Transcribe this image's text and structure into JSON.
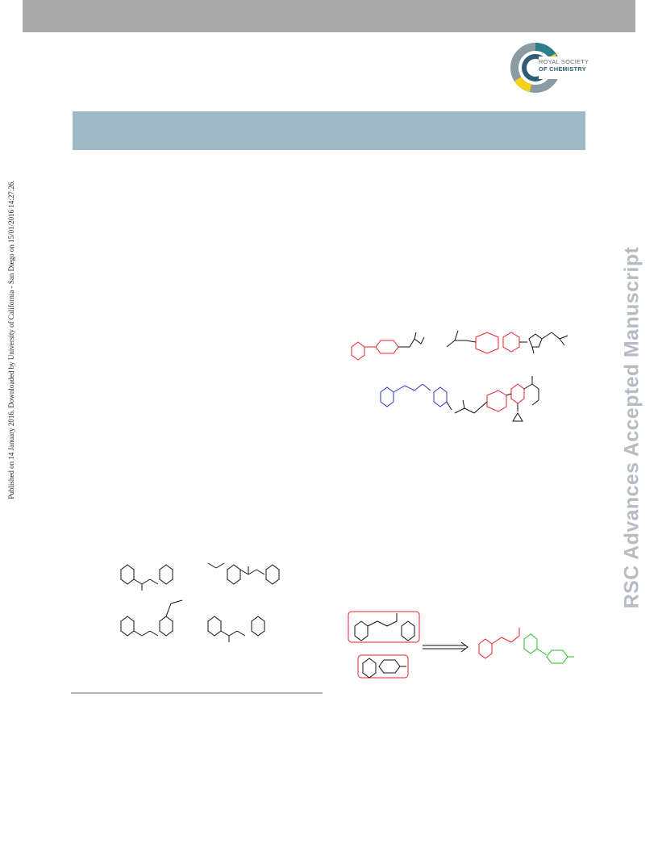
{
  "page": {
    "sidebar_text": "Published on 14 January 2016. Downloaded by University of California - San Diego on 15/01/2016 14:27:26.",
    "watermark_text": "RSC Advances Accepted Manuscript"
  },
  "logo": {
    "line1": "ROYAL SOCIETY",
    "line2": "OF CHEMISTRY",
    "colors": {
      "teal": "#2b7f8a",
      "yellow": "#f4d21c",
      "grey": "#8a9ba3",
      "navy": "#2f5c77"
    }
  },
  "header": {
    "bar_color": "#a9a9a9",
    "title_band_color": "#9fb9c6"
  },
  "figures": {
    "top_right_structures": "piperazine-containing structures (red/blue highlighted)",
    "chalcones_left": "chalcone structures",
    "scheme_right": "hybridization scheme"
  },
  "colors": {
    "highlight_red": "#e8202a",
    "highlight_blue": "#2a35c9",
    "highlight_green": "#22c21e"
  }
}
